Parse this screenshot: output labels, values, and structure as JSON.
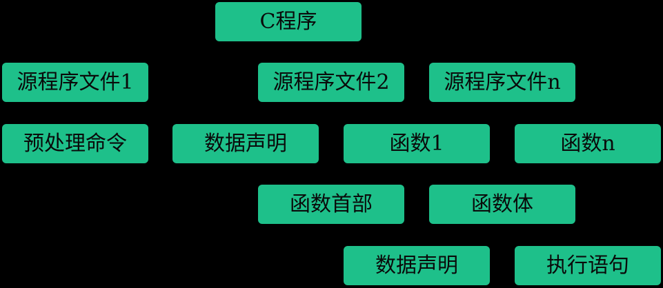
{
  "colors": {
    "background": "#000000",
    "node_fill": "#1ec08a",
    "node_text": "#0a0a0a"
  },
  "nodes": {
    "root": "C程序",
    "source_file_1": "源程序文件1",
    "source_file_2": "源程序文件2",
    "source_file_n": "源程序文件n",
    "preprocessor_directives": "预处理命令",
    "data_declarations_file": "数据声明",
    "function_1": "函数1",
    "function_n": "函数n",
    "function_header": "函数首部",
    "function_body": "函数体",
    "data_declarations_body": "数据声明",
    "executable_statements": "执行语句"
  }
}
